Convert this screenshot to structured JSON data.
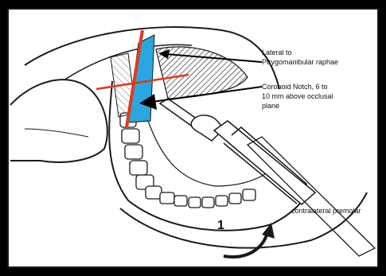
{
  "annotations": {
    "lateral_raphae": "Lateral to\nPtrygomanibular raphae",
    "coronoid_notch": "Coronoid Notch, 6 to\n10 mm above occlusal\nplane",
    "contralateral_premolar": "contralateral premolar",
    "tooth_number": "1"
  },
  "colors": {
    "frame": "#000000",
    "background": "#ffffff",
    "ink": "#1a1a1a",
    "needle_line": "#e03a1c",
    "blue_region": "#2aa7e0",
    "arrow": "#000000"
  }
}
